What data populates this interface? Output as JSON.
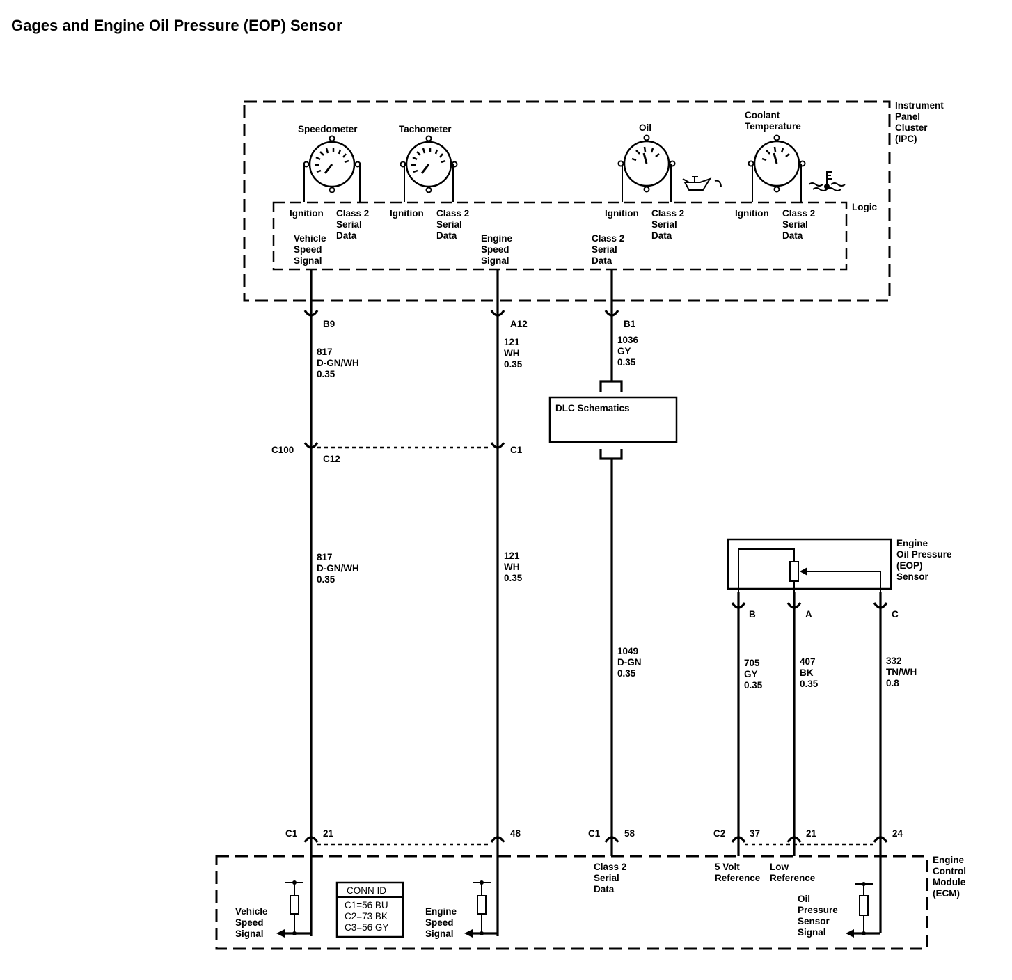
{
  "title": "Gages and Engine Oil Pressure (EOP) Sensor",
  "ipc": {
    "label_lines": [
      "Instrument",
      "Panel",
      "Cluster",
      "(IPC)"
    ],
    "logic_label": "Logic",
    "gauges": [
      {
        "name": "Speedometer",
        "label_lines": [
          "Speedometer"
        ],
        "left_pin": [
          "Ignition"
        ],
        "right_pin": [
          "Class 2",
          "Serial",
          "Data"
        ]
      },
      {
        "name": "Tachometer",
        "label_lines": [
          "Tachometer"
        ],
        "left_pin": [
          "Ignition"
        ],
        "right_pin": [
          "Class 2",
          "Serial",
          "Data"
        ]
      },
      {
        "name": "Oil",
        "label_lines": [
          "Oil"
        ],
        "left_pin": [
          "Ignition"
        ],
        "right_pin": [
          "Class 2",
          "Serial",
          "Data"
        ]
      },
      {
        "name": "Coolant Temperature",
        "label_lines": [
          "Coolant",
          "Temperature"
        ],
        "left_pin": [
          "Ignition"
        ],
        "right_pin": [
          "Class 2",
          "Serial",
          "Data"
        ]
      }
    ],
    "outputs": [
      [
        "Vehicle",
        "Speed",
        "Signal"
      ],
      [
        "Engine",
        "Speed",
        "Signal"
      ],
      [
        "Class 2",
        "Serial",
        "Data"
      ]
    ]
  },
  "circuits": [
    {
      "ipc_pin": "B9",
      "wire": [
        "817",
        "D-GN/WH",
        "0.35"
      ],
      "wire2": [
        "817",
        "D-GN/WH",
        "0.35"
      ],
      "inline_connector": "C100",
      "inline_pin": "C12",
      "ecm_connector": "C1",
      "ecm_pin": "21"
    },
    {
      "ipc_pin": "A12",
      "wire": [
        "121",
        "WH",
        "0.35"
      ],
      "wire2": [
        "121",
        "WH",
        "0.35"
      ],
      "inline_pin": "C1",
      "ecm_pin": "48"
    },
    {
      "ipc_pin": "B1",
      "wire": [
        "1036",
        "GY",
        "0.35"
      ],
      "wire2": [
        "1049",
        "D-GN",
        "0.35"
      ],
      "ecm_connector": "C1",
      "ecm_pin": "58"
    }
  ],
  "dlc": {
    "label": "DLC Schematics"
  },
  "eop_sensor": {
    "label_lines": [
      "Engine",
      "Oil Pressure",
      "(EOP)",
      "Sensor"
    ],
    "pins": [
      {
        "pin": "B",
        "wire": [
          "705",
          "GY",
          "0.35"
        ],
        "ecm_pin": "37"
      },
      {
        "pin": "A",
        "wire": [
          "407",
          "BK",
          "0.35"
        ],
        "ecm_pin": "21"
      },
      {
        "pin": "C",
        "wire": [
          "332",
          "TN/WH",
          "0.8"
        ],
        "ecm_pin": "24"
      }
    ],
    "ecm_connector": "C2"
  },
  "ecm": {
    "label_lines": [
      "Engine",
      "Control",
      "Module",
      "(ECM)"
    ],
    "vehicle_speed": [
      "Vehicle",
      "Speed",
      "Signal"
    ],
    "engine_speed": [
      "Engine",
      "Speed",
      "Signal"
    ],
    "class2": [
      "Class 2",
      "Serial",
      "Data"
    ],
    "five_volt": [
      "5 Volt",
      "Reference"
    ],
    "low_ref": [
      "Low",
      "Reference"
    ],
    "oil_signal": [
      "Oil",
      "Pressure",
      "Sensor",
      "Signal"
    ],
    "conn_id": {
      "title": "CONN ID",
      "rows": [
        "C1=56 BU",
        "C2=73 BK",
        "C3=56 GY"
      ]
    }
  }
}
